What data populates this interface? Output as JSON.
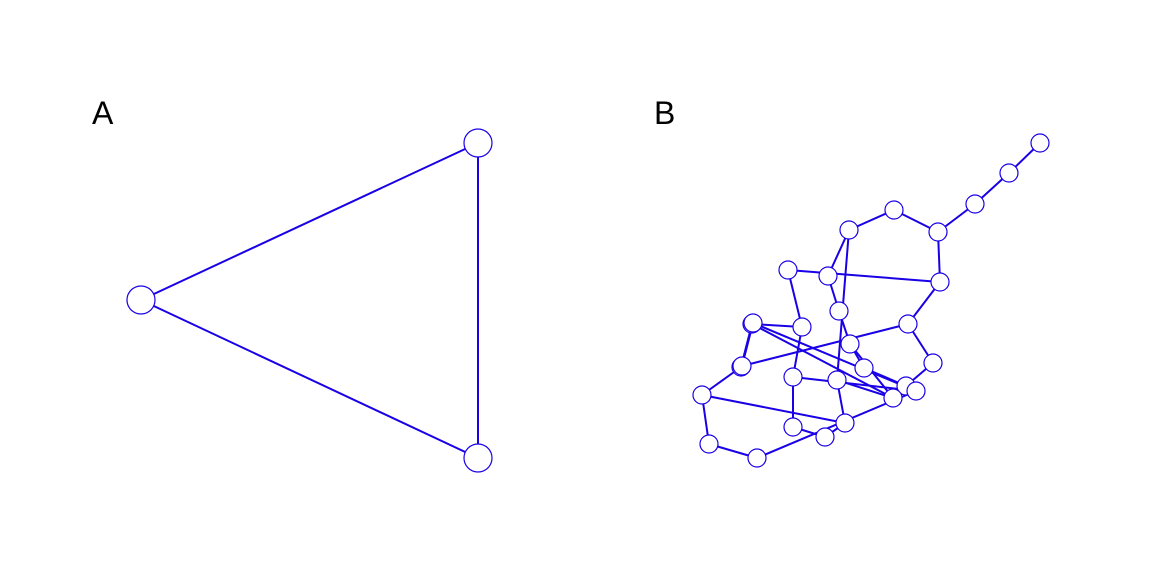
{
  "colors": {
    "edge": "#1a00e6",
    "node_fill": "#ffffff",
    "background": "#ffffff",
    "label": "#000000"
  },
  "panels": [
    {
      "label": "A",
      "nodes": [
        "a1",
        "a2",
        "a3"
      ],
      "edges": [
        [
          "a1",
          "a2"
        ],
        [
          "a2",
          "a3"
        ],
        [
          "a3",
          "a1"
        ]
      ]
    },
    {
      "label": "B",
      "nodes": [
        "b1",
        "b2",
        "b3",
        "b4",
        "b5",
        "b6",
        "b7",
        "b8",
        "b9",
        "b10",
        "b11",
        "b12",
        "b13",
        "b14",
        "b15",
        "b16",
        "b17",
        "b18",
        "b19",
        "b20",
        "b21",
        "b22",
        "b23",
        "b24",
        "b25",
        "b26",
        "b27",
        "b28",
        "b29",
        "b30"
      ],
      "edges": [
        [
          "b1",
          "b2"
        ],
        [
          "b2",
          "b3"
        ],
        [
          "b3",
          "b4"
        ],
        [
          "b4",
          "b5"
        ],
        [
          "b5",
          "b6"
        ],
        [
          "b6",
          "b7"
        ],
        [
          "b7",
          "b8"
        ],
        [
          "b8",
          "b9"
        ],
        [
          "b9",
          "b10"
        ],
        [
          "b10",
          "b11"
        ],
        [
          "b11",
          "b12"
        ],
        [
          "b12",
          "b13"
        ],
        [
          "b13",
          "b14"
        ],
        [
          "b14",
          "b15"
        ],
        [
          "b15",
          "b16"
        ],
        [
          "b16",
          "b17"
        ],
        [
          "b17",
          "b18"
        ],
        [
          "b18",
          "b19"
        ],
        [
          "b19",
          "b20"
        ],
        [
          "b20",
          "b21"
        ],
        [
          "b21",
          "b22"
        ],
        [
          "b22",
          "b23"
        ],
        [
          "b23",
          "b24"
        ],
        [
          "b24",
          "b25"
        ],
        [
          "b25",
          "b26"
        ],
        [
          "b26",
          "b27"
        ],
        [
          "b27",
          "b28"
        ],
        [
          "b28",
          "b29"
        ],
        [
          "b29",
          "b30"
        ],
        [
          "b4",
          "b14"
        ],
        [
          "b20",
          "b25"
        ],
        [
          "b22",
          "b9"
        ],
        [
          "b17",
          "b28"
        ],
        [
          "b30",
          "b13"
        ],
        [
          "b16",
          "b23"
        ],
        [
          "b6",
          "b21"
        ]
      ]
    }
  ]
}
